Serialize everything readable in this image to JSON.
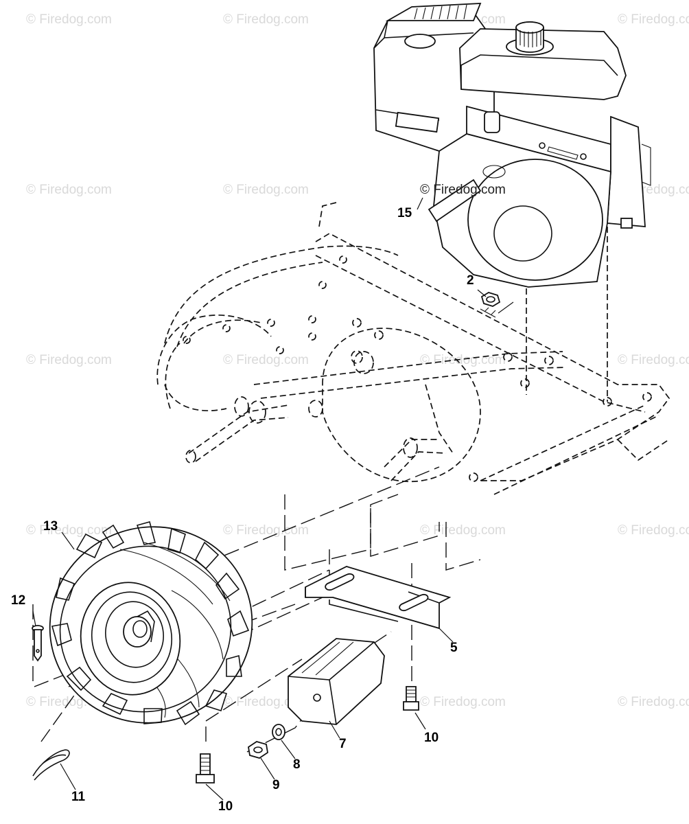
{
  "watermark": {
    "text": "© Firedog.com",
    "color": "#d9d9d9"
  },
  "center_watermark": {
    "text": "© Firedog.com"
  },
  "callouts": {
    "c2": "2",
    "c5": "5",
    "c7": "7",
    "c8": "8",
    "c9": "9",
    "c10a": "10",
    "c10b": "10",
    "c11": "11",
    "c12": "12",
    "c13": "13",
    "c15": "15"
  },
  "parts": {
    "engine": "engine-icon",
    "tiller_frame": "tiller-frame-phantom",
    "wheel": "wheel-tire-icon",
    "bracket": "bracket-icon",
    "weight": "weight-block-icon",
    "bolt": "bolt-icon",
    "nut": "nut-icon",
    "washer": "washer-icon",
    "hairpin": "hairpin-clip-icon",
    "clevis_pin": "clevis-pin-icon"
  }
}
